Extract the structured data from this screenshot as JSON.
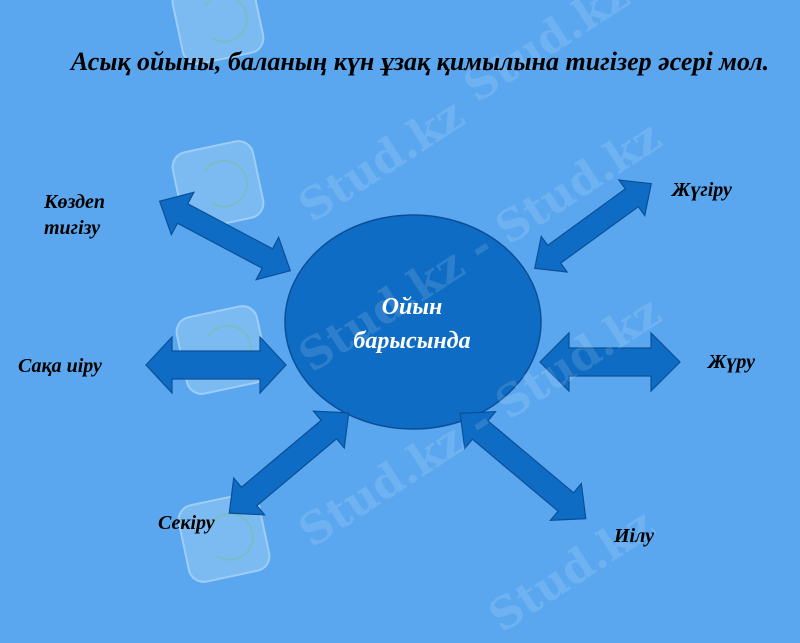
{
  "slide": {
    "title": "Асық ойыны, баланың күн ұзақ қимылына тигізер әсері мол.",
    "center": {
      "line1": "Ойын",
      "line2": "барысында"
    },
    "nodes": [
      {
        "id": "kozdep",
        "label": "Көздеп\nтигізу"
      },
      {
        "id": "saka",
        "label": "Сақа иіру"
      },
      {
        "id": "sekiru",
        "label": "Секіру"
      },
      {
        "id": "ilu",
        "label": "Иілу"
      },
      {
        "id": "zhuru",
        "label": "Жүру"
      },
      {
        "id": "zhugiru",
        "label": "Жүгіру"
      }
    ],
    "watermark": {
      "text": "Stud.kz - Stud.kz",
      "text_short": "Stud.kz"
    },
    "colors": {
      "background": "#5aa7ef",
      "shape_fill": "#0f6cc4",
      "shape_stroke": "#0a4f96",
      "center_text": "#ffffff",
      "label_text": "#000000"
    }
  }
}
